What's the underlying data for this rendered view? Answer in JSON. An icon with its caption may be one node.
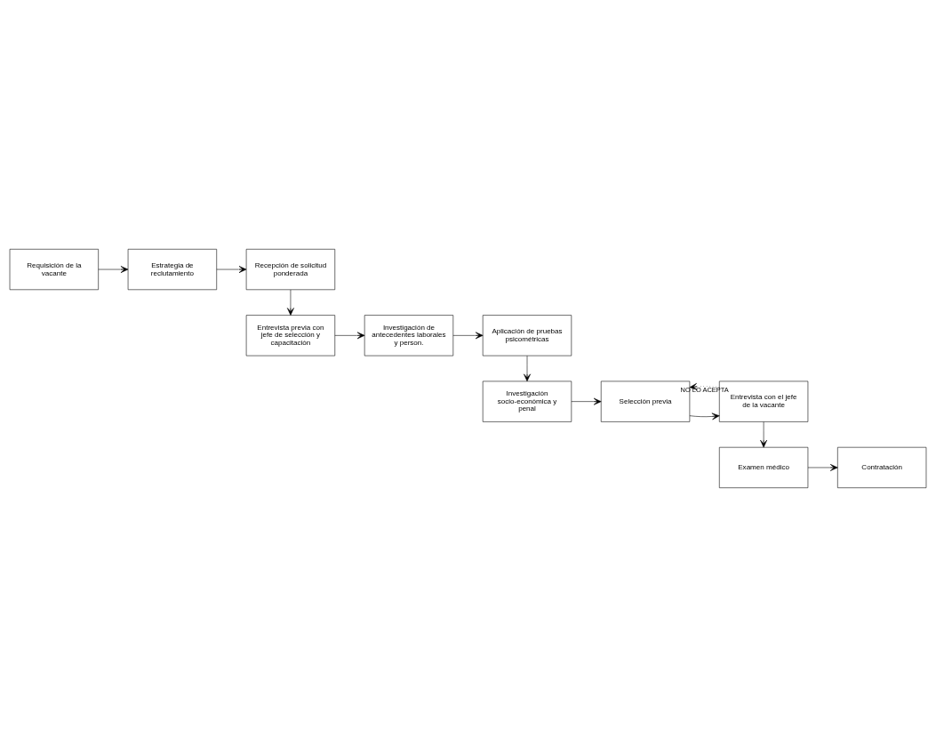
{
  "diagram": {
    "nodes": [
      {
        "text": [
          "Requisición de la vacante"
        ]
      },
      {
        "text": [
          "Estrategia de reclutamiento"
        ]
      },
      {
        "text": [
          "Recepción de solicitud ponderada"
        ]
      },
      {
        "text": [
          "Entrevista previa con jefe de selección y capacitación"
        ]
      },
      {
        "text": [
          "Investigación de antecedentes laborales y person."
        ]
      },
      {
        "text": [
          "Aplicación de pruebas psicométricas"
        ]
      },
      {
        "text": [
          "Investigación socio-económica y penal"
        ]
      },
      {
        "text": [
          "Selección previa"
        ]
      },
      {
        "text": [
          "Entrevista con el jefe de la vacante"
        ]
      },
      {
        "text": [
          "Examen médico"
        ]
      },
      {
        "text": [
          "Contratación"
        ]
      }
    ],
    "edges": [
      {
        "from": 0,
        "to": 1,
        "arrow": "to"
      },
      {
        "from": 1,
        "to": 2,
        "arrow": "to"
      },
      {
        "from": 2,
        "to": 3,
        "arrow": "to"
      },
      {
        "from": 3,
        "to": 4,
        "arrow": "to"
      },
      {
        "from": 4,
        "to": 5,
        "arrow": "to"
      },
      {
        "from": 5,
        "to": 6,
        "arrow": "to"
      },
      {
        "from": 6,
        "to": 7,
        "arrow": "to"
      },
      {
        "from": 7,
        "to": 8,
        "arrow": "to"
      },
      {
        "from": 8,
        "to": 9,
        "arrow": "to"
      },
      {
        "from": 8,
        "to": 7,
        "arrow": "to",
        "label": "NO LO ACEPTA",
        "style": "dashed"
      },
      {
        "from": 9,
        "to": 10,
        "arrow": "to"
      }
    ]
  }
}
